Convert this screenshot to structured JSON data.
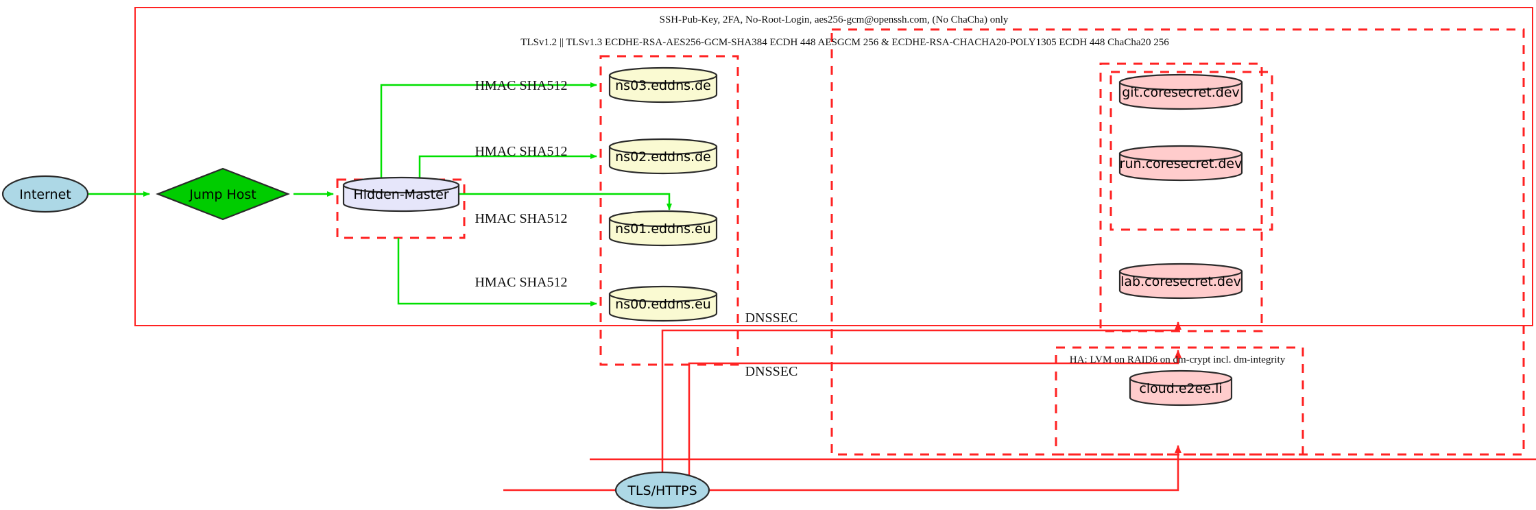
{
  "diagram": {
    "title_annotations": {
      "ssh_policy": "SSH-Pub-Key, 2FA, No-Root-Login, aes256-gcm@openssh.com, (No ChaCha) only",
      "tls_policy": "TLSv1.2 || TLSv1.3 ECDHE-RSA-AES256-GCM-SHA384 ECDH 448 AESGCM 256 & ECDHE-RSA-CHACHA20-POLY1305 ECDH 448 ChaCha20 256",
      "ha_policy": "HA: LVM on RAID6 on dm-crypt incl. dm-integrity"
    },
    "nodes": {
      "internet": "Internet",
      "jump_host": "Jump Host",
      "hidden_master": "Hidden-Master",
      "ns03": "ns03.eddns.de",
      "ns02": "ns02.eddns.de",
      "ns01": "ns01.eddns.eu",
      "ns00": "ns00.eddns.eu",
      "git": "git.coresecret.dev",
      "run": "run.coresecret.dev",
      "lab": "lab.coresecret.dev",
      "cloud": "cloud.e2ee.li",
      "tls_https": "TLS/HTTPS"
    },
    "edge_labels": {
      "hmac_ns03": "HMAC SHA512",
      "hmac_ns02": "HMAC SHA512",
      "hmac_ns01": "HMAC SHA512",
      "hmac_ns00": "HMAC SHA512",
      "dnssec_upper": "DNSSEC",
      "dnssec_lower": "DNSSEC"
    },
    "colors": {
      "cluster_border": "#ff2222",
      "edge_green": "#00e000",
      "edge_red": "#ff2222",
      "internet_fill": "#add8e6",
      "jump_host_fill": "#00cc00",
      "hidden_master_fill": "#e6e6fa",
      "ns_fill": "#fafad2",
      "service_fill": "#ffcccc",
      "tls_fill": "#add8e6"
    }
  }
}
